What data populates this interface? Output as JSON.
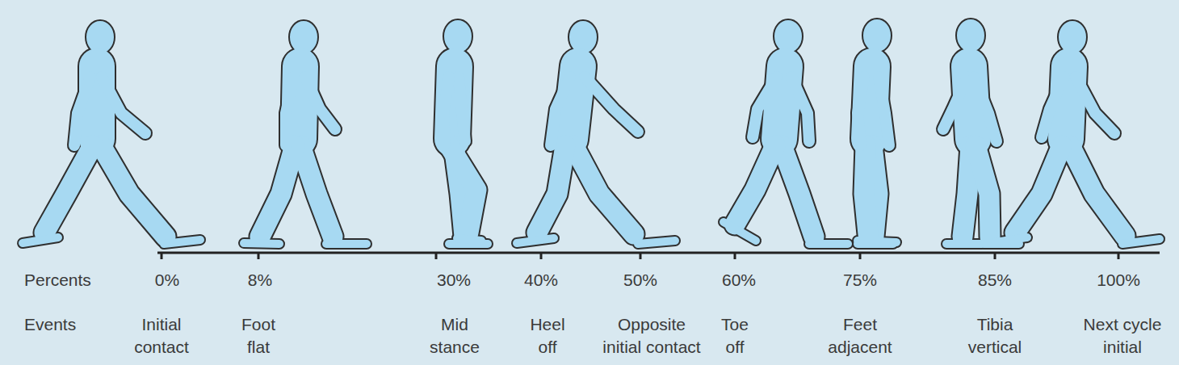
{
  "diagram": {
    "labels": [
      "Percents",
      "0%",
      "8%",
      "30%",
      "40%",
      "50%",
      "60%",
      "75%",
      "85%",
      "100%",
      "Events",
      "Initial contact",
      "Foot flat",
      "Mid stance",
      "Heel off",
      "Opposite initial contact",
      "Toe off",
      "Feet adjacent",
      "Tibia vertical",
      "Next cycle initial"
    ]
  }
}
